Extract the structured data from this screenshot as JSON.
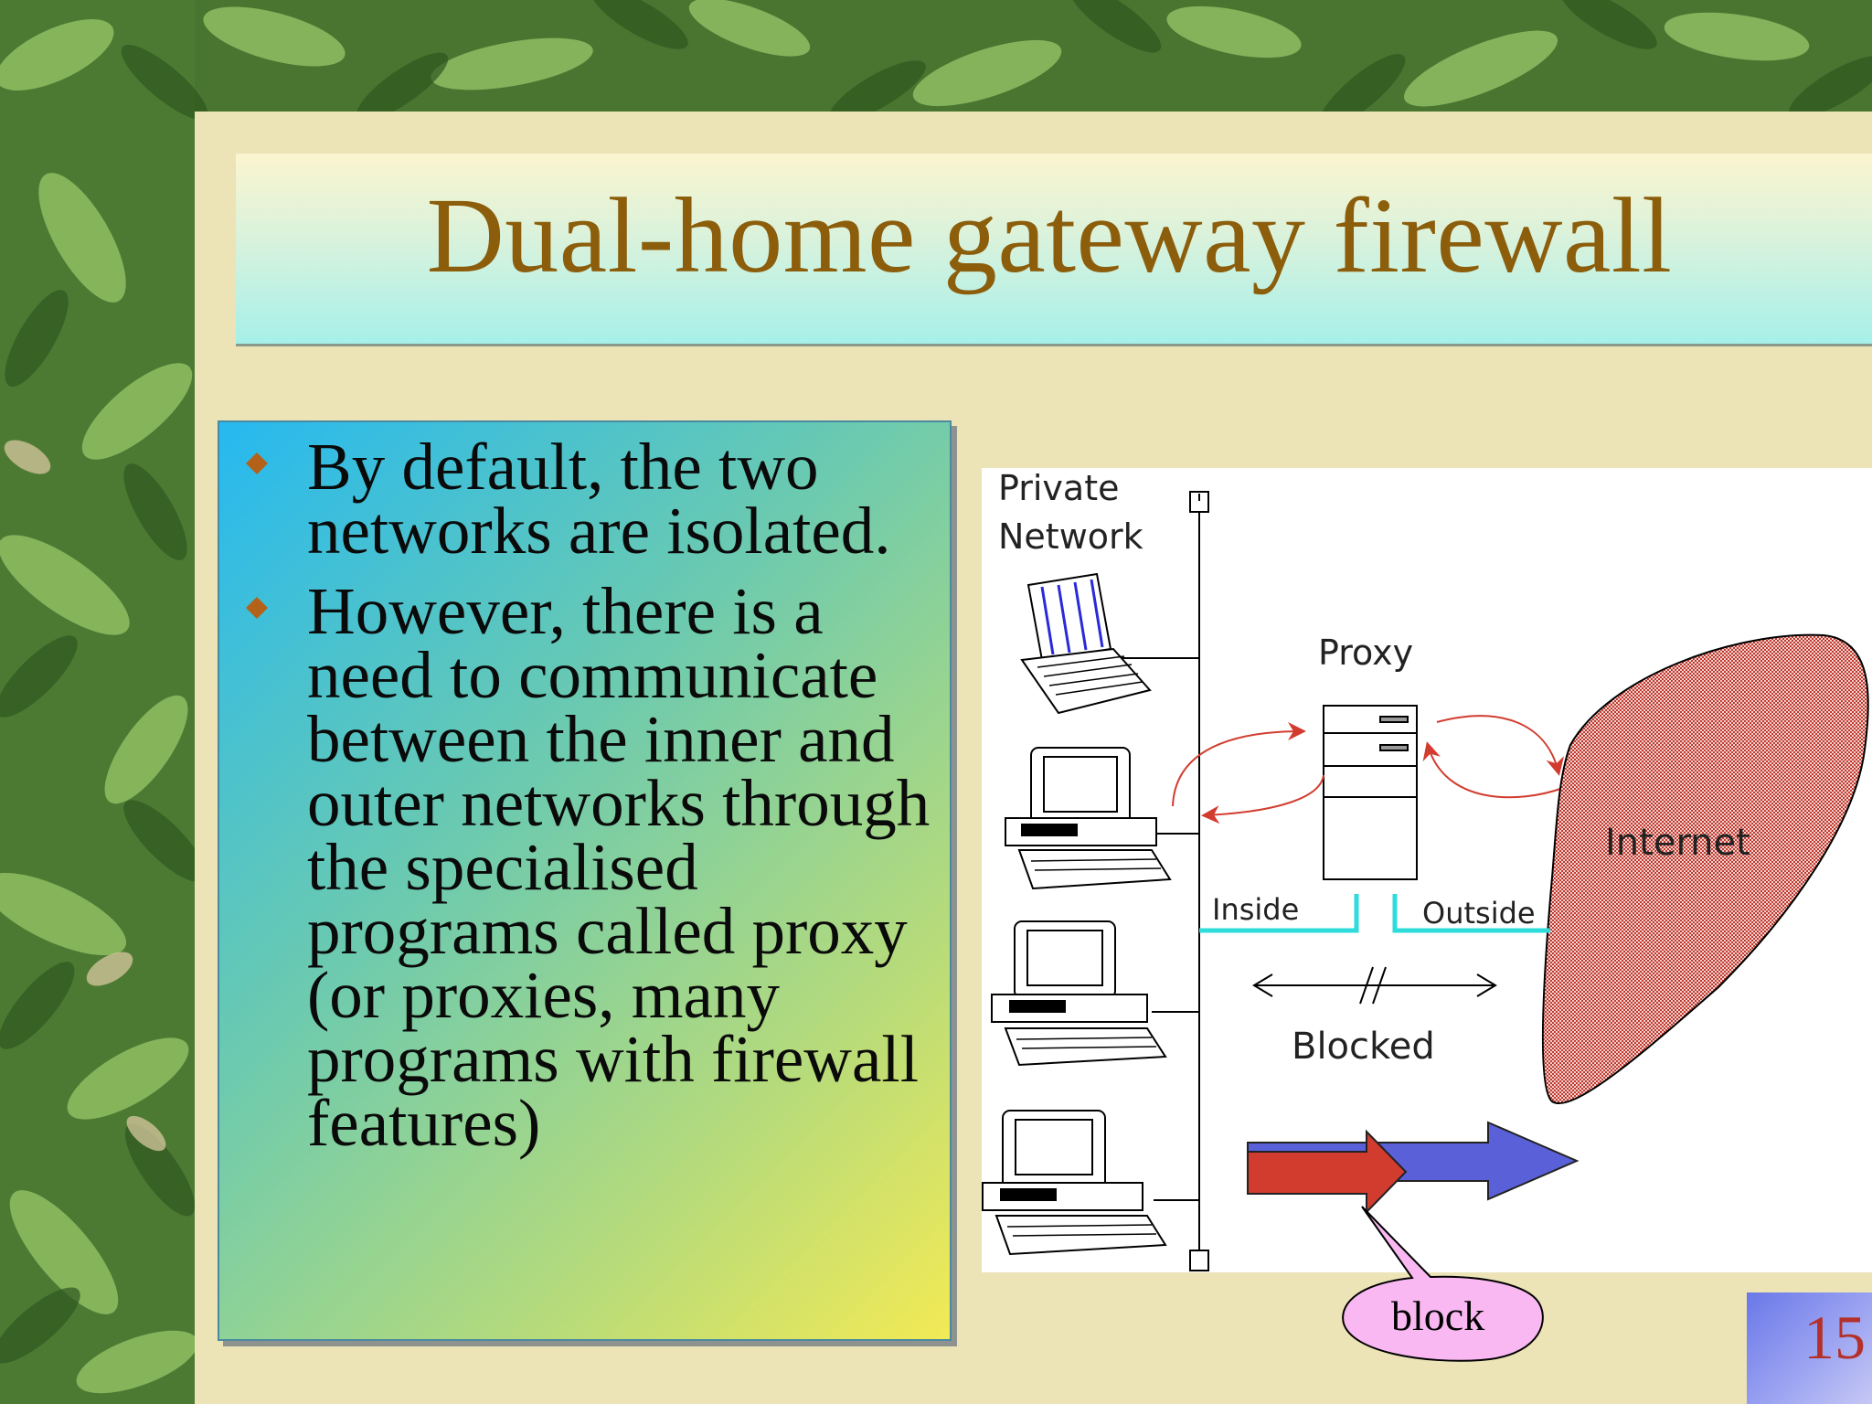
{
  "slide": {
    "title": "Dual-home gateway firewall",
    "bullets": [
      "By default, the two networks are isolated.",
      "However, there is a need to communicate between the inner and outer networks through the specialised programs called proxy (or proxies, many programs with firewall features)"
    ],
    "page_number": "15"
  },
  "diagram": {
    "private_network_line1": "Private",
    "private_network_line2": "Network",
    "proxy_label": "Proxy",
    "internet_label": "Internet",
    "inside_label": "Inside",
    "outside_label": "Outside",
    "blocked_label": "Blocked",
    "callout_label": "block"
  },
  "colors": {
    "title": "#8c5e0c",
    "background": "#ece3b6",
    "bullet": "#b4621a",
    "arrow_red": "#d23c2f",
    "arrow_blue": "#5a61d8",
    "cyan_line": "#2fdcdc",
    "internet_fill": "#e08a8a",
    "callout_fill": "#f9b8f2",
    "page_number": "#b4302a"
  }
}
